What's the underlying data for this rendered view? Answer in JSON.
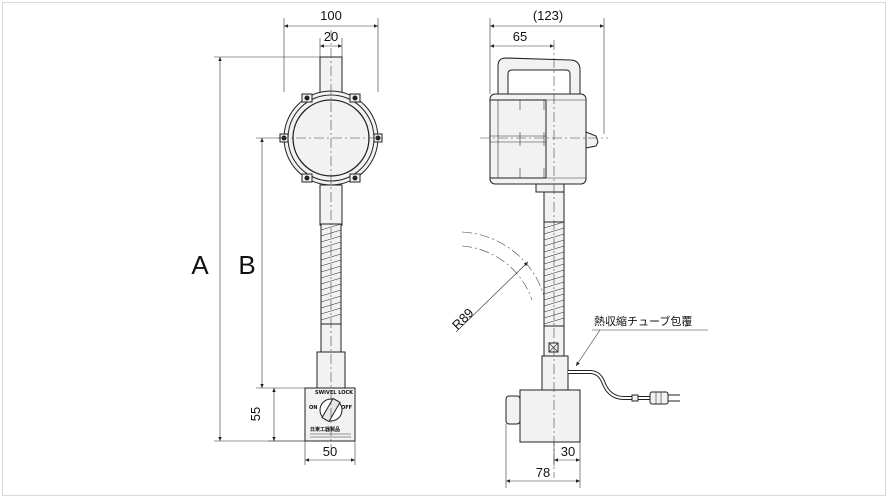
{
  "dimensions": {
    "width_100": "100",
    "width_20": "20",
    "width_123": "(123)",
    "width_65": "65",
    "height_a": "A",
    "height_b": "B",
    "height_55": "55",
    "width_50": "50",
    "radius_r89": "R89",
    "width_30": "30",
    "width_78": "78"
  },
  "annotations": {
    "heat_shrink_tube": "熱収縮チューブ包覆"
  },
  "base_switch": {
    "top_label": "SWIVEL LOCK",
    "on_label": "ON",
    "off_label": "OFF",
    "brand_label": "日東工器製品"
  },
  "colors": {
    "line": "#222222",
    "body_fill": "#f2f2f2",
    "frame": "#d9d9d9"
  }
}
